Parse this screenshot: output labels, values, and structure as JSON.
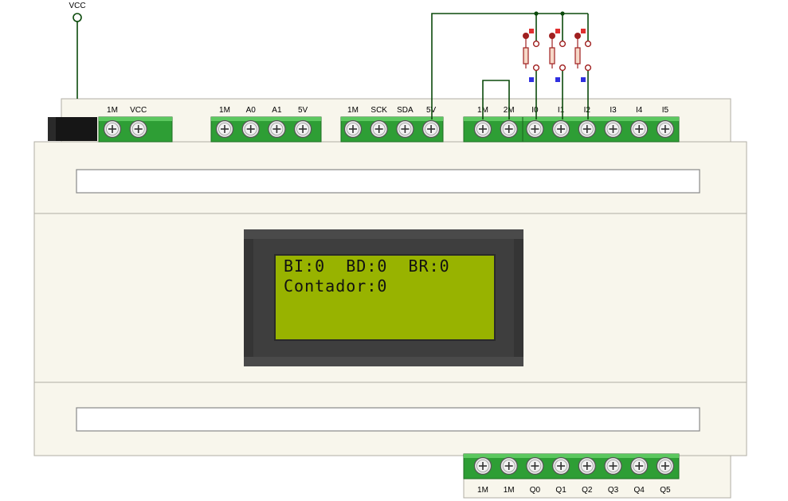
{
  "supply": {
    "label": "VCC"
  },
  "blocks": {
    "power": [
      "1M",
      "VCC"
    ],
    "analog": [
      "1M",
      "A0",
      "A1",
      "5V"
    ],
    "i2c": [
      "1M",
      "SCK",
      "SDA",
      "5V"
    ],
    "inputs": [
      "1M",
      "2M",
      "I0",
      "I1",
      "I2",
      "I3",
      "I4",
      "I5"
    ],
    "outputs": [
      "1M",
      "1M",
      "Q0",
      "Q1",
      "Q2",
      "Q3",
      "Q4",
      "Q5"
    ]
  },
  "lcd": {
    "line1": "BI:0  BD:0  BR:0",
    "line2": "Contador:0"
  },
  "colors": {
    "body": "#f8f6ec",
    "terminal_green": "#2e9e35",
    "terminal_green_light": "#5cc85f",
    "wire": "#0b4a0b",
    "lcd_bezel": "#3e3e3e",
    "lcd_screen": "#98b300",
    "switch_red": "#a02020",
    "marker_red": "#e03030",
    "marker_blue": "#3030e0"
  }
}
